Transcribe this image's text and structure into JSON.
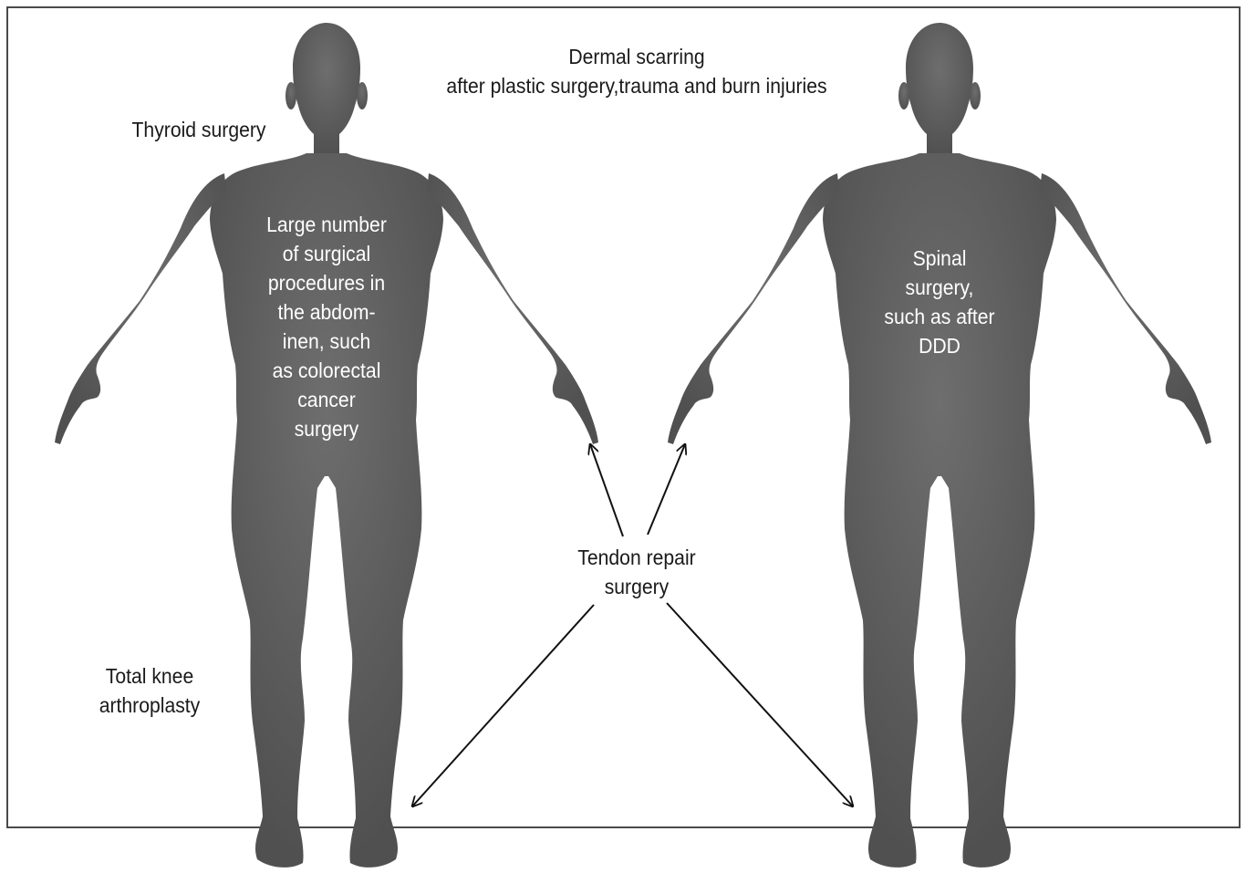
{
  "colors": {
    "figure_fill": "#5e5e5e",
    "figure_center": "#6e6e6e",
    "figure_edge": "#505050",
    "arrow": "#111111",
    "frame": "#4a4a4a",
    "text_dark": "#1a1a1a",
    "text_light": "#ffffff"
  },
  "labels": {
    "dermal_scarring": [
      "Dermal scarring",
      "after plastic surgery,trauma and burn injuries"
    ],
    "thyroid_surgery": [
      "Thyroid surgery"
    ],
    "abdominal_surgery": [
      "Large number",
      "of surgical",
      "procedures in",
      "the abdom-",
      "inen, such",
      "as colorectal",
      "cancer",
      "surgery"
    ],
    "spinal_surgery": [
      "Spinal",
      "surgery,",
      "such as after",
      "DDD"
    ],
    "tendon_repair": [
      "Tendon repair",
      "surgery"
    ],
    "total_knee": [
      "Total knee",
      "arthroplasty"
    ]
  }
}
